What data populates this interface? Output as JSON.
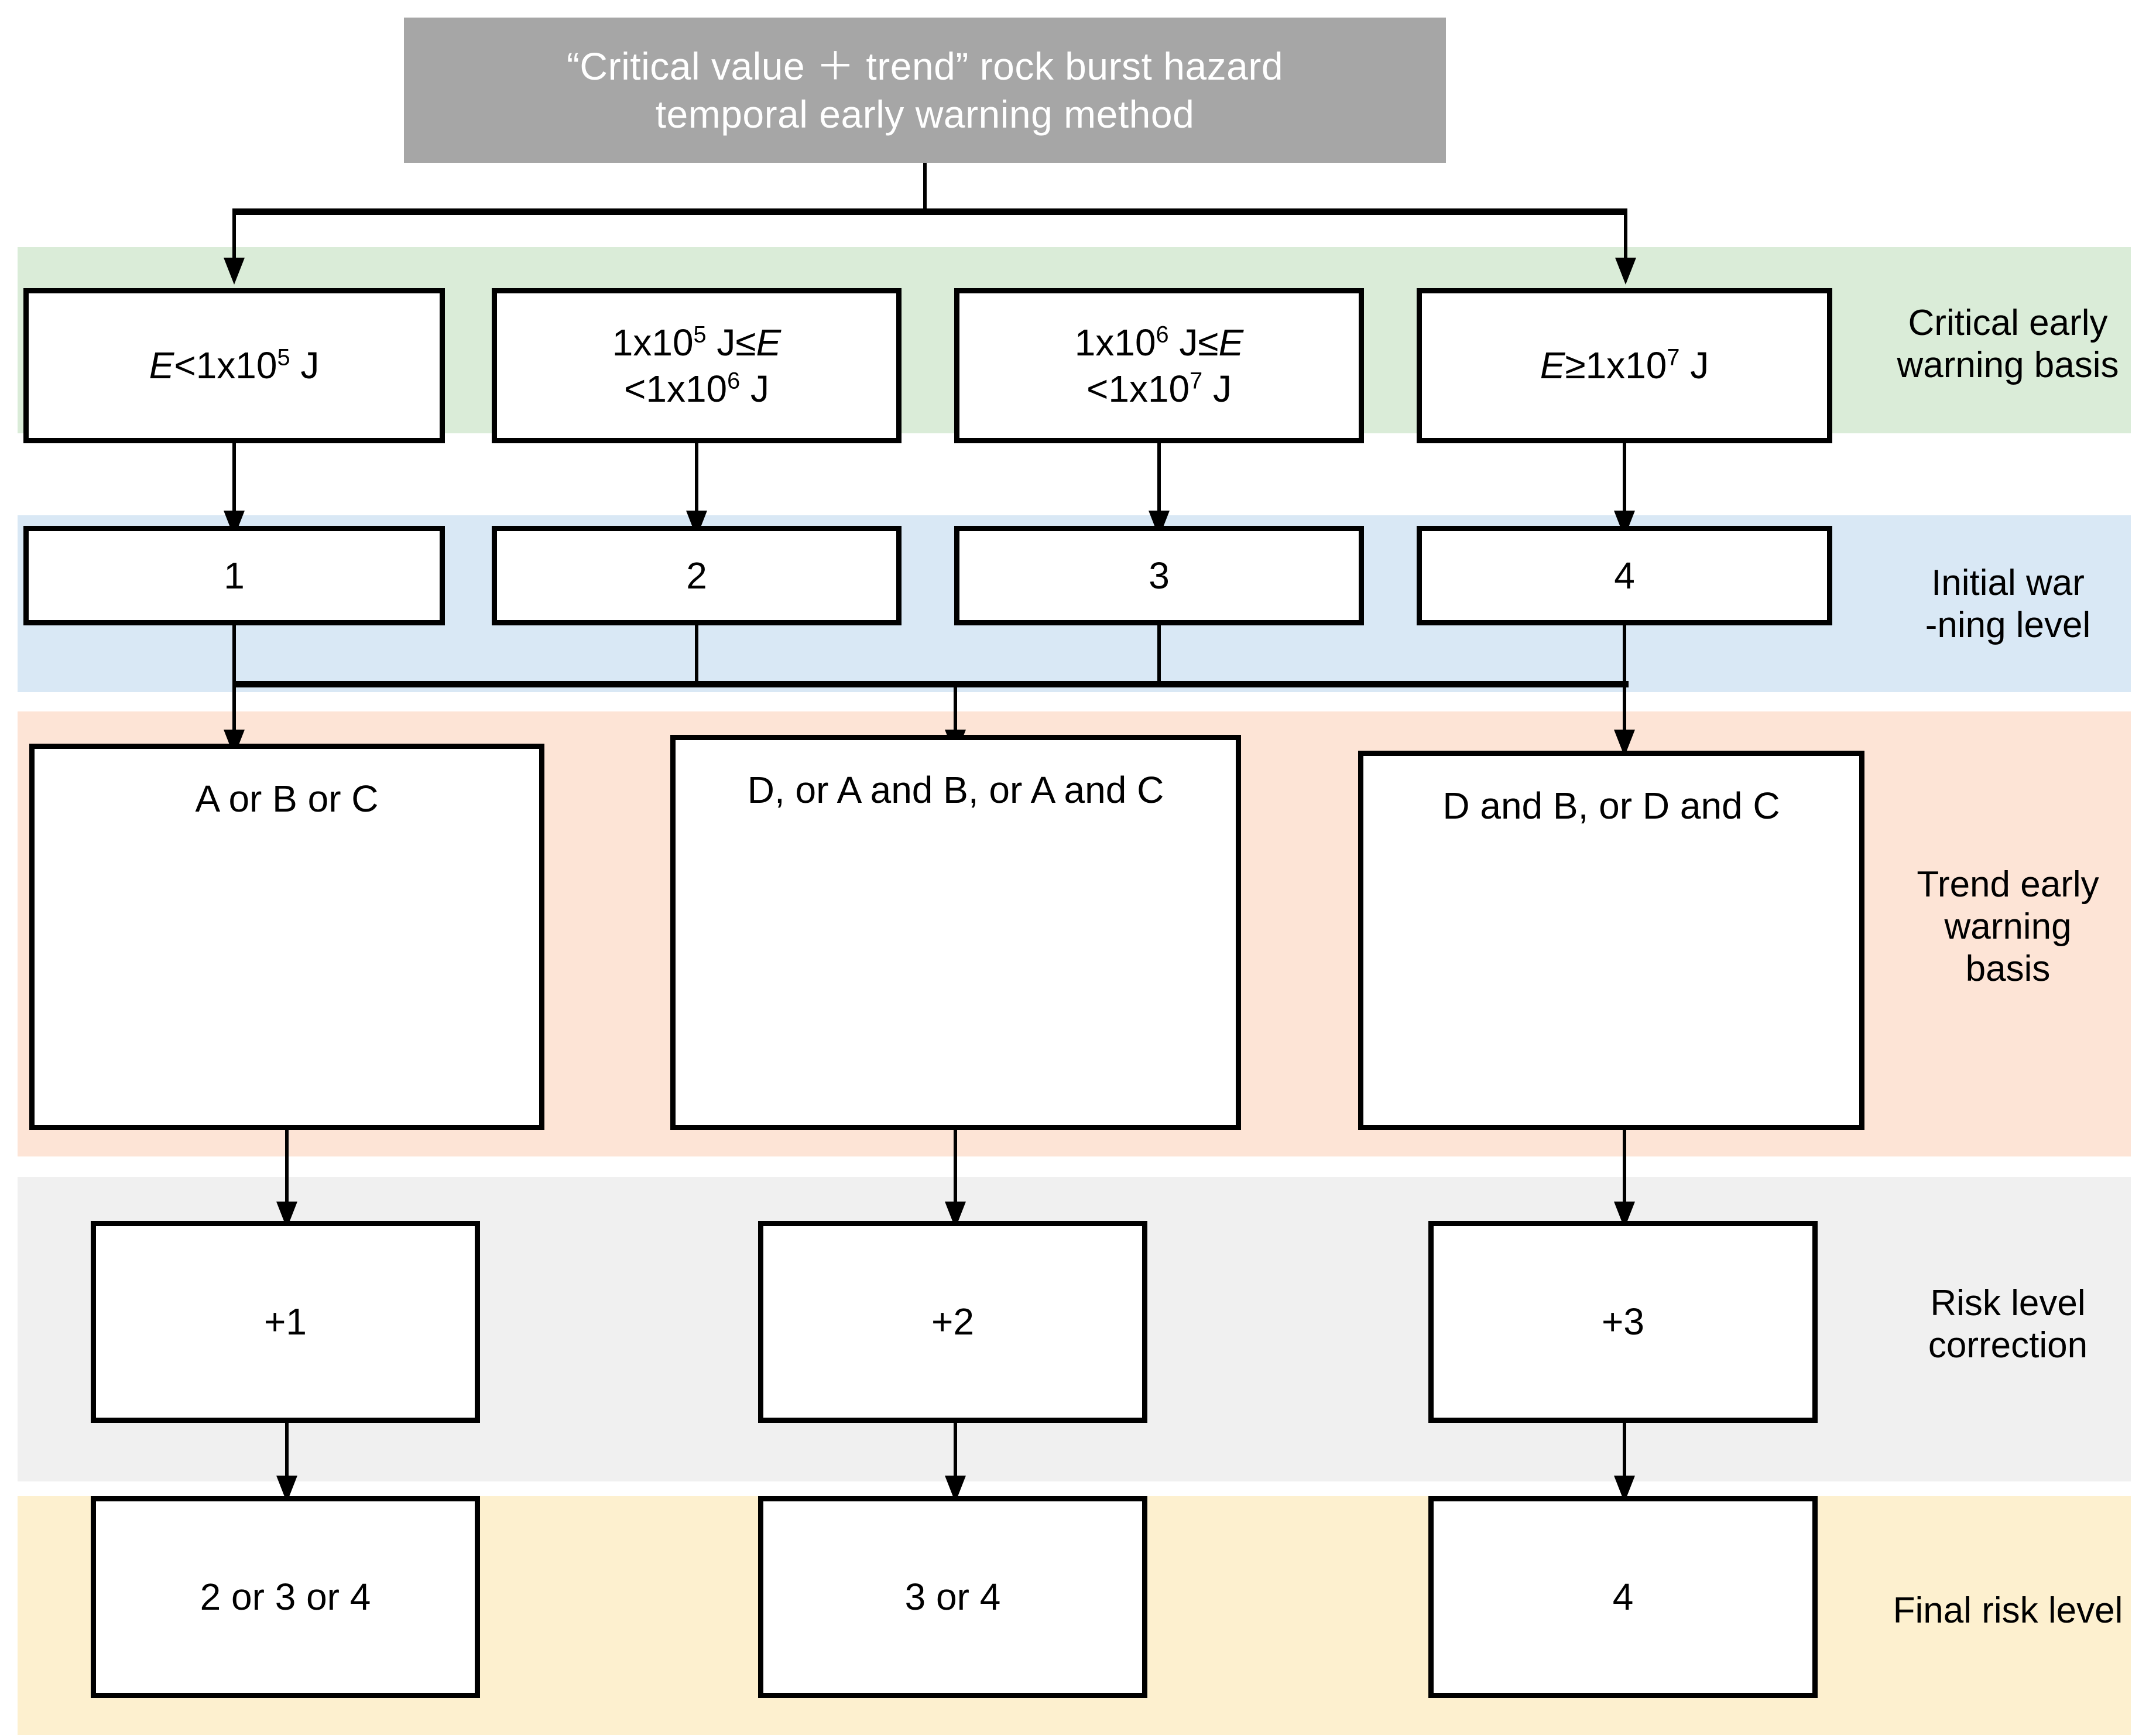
{
  "title": {
    "text": "“Critical value ＋ trend” rock burst hazard\ntemporal early warning method",
    "bg": "#a6a6a6",
    "fg": "#ffffff"
  },
  "bands": [
    {
      "key": "critical_basis",
      "label": "Critical early\nwarning basis",
      "color": "#daecd8"
    },
    {
      "key": "initial_level",
      "label": "Initial war\n-ning level",
      "color": "#d9e8f5"
    },
    {
      "key": "trend_basis",
      "label": "Trend early\nwarning\nbasis",
      "color": "#fde4d6"
    },
    {
      "key": "risk_correction",
      "label": "Risk level\ncorrection",
      "color": "#f0f0f0"
    },
    {
      "key": "final_level",
      "label": "Final risk level",
      "color": "#fdf0cf"
    }
  ],
  "critical_basis": {
    "boxes": [
      {
        "id": "e-lt-1e5",
        "html": "<i>E</i>&lt;1x10<sup>5</sup> J"
      },
      {
        "id": "1e5-le-e-lt-1e6",
        "html": "1x10<sup>5</sup> J≤<i>E</i>\n&lt;1x10<sup>6</sup> J"
      },
      {
        "id": "1e6-le-e-lt-1e7",
        "html": "1x10<sup>6</sup> J≤<i>E</i>\n&lt;1x10<sup>7</sup> J"
      },
      {
        "id": "e-ge-1e7",
        "html": "<i>E</i>≥1x10<sup>7</sup> J"
      }
    ]
  },
  "initial_level": {
    "boxes": [
      {
        "id": "level-1",
        "label": "1"
      },
      {
        "id": "level-2",
        "label": "2"
      },
      {
        "id": "level-3",
        "label": "3"
      },
      {
        "id": "level-4",
        "label": "4"
      }
    ]
  },
  "trend_basis": {
    "boxes": [
      {
        "id": "trend-1",
        "label": "A or B or C"
      },
      {
        "id": "trend-2",
        "label": "D, or A and B, or A and C"
      },
      {
        "id": "trend-3",
        "label": "D and B, or D and C"
      }
    ]
  },
  "risk_correction": {
    "boxes": [
      {
        "id": "corr-1",
        "label": "+1"
      },
      {
        "id": "corr-2",
        "label": "+2"
      },
      {
        "id": "corr-3",
        "label": "+3"
      }
    ]
  },
  "final_level": {
    "boxes": [
      {
        "id": "final-1",
        "label": "2 or 3 or 4"
      },
      {
        "id": "final-2",
        "label": "3 or 4"
      },
      {
        "id": "final-3",
        "label": "4"
      }
    ]
  }
}
